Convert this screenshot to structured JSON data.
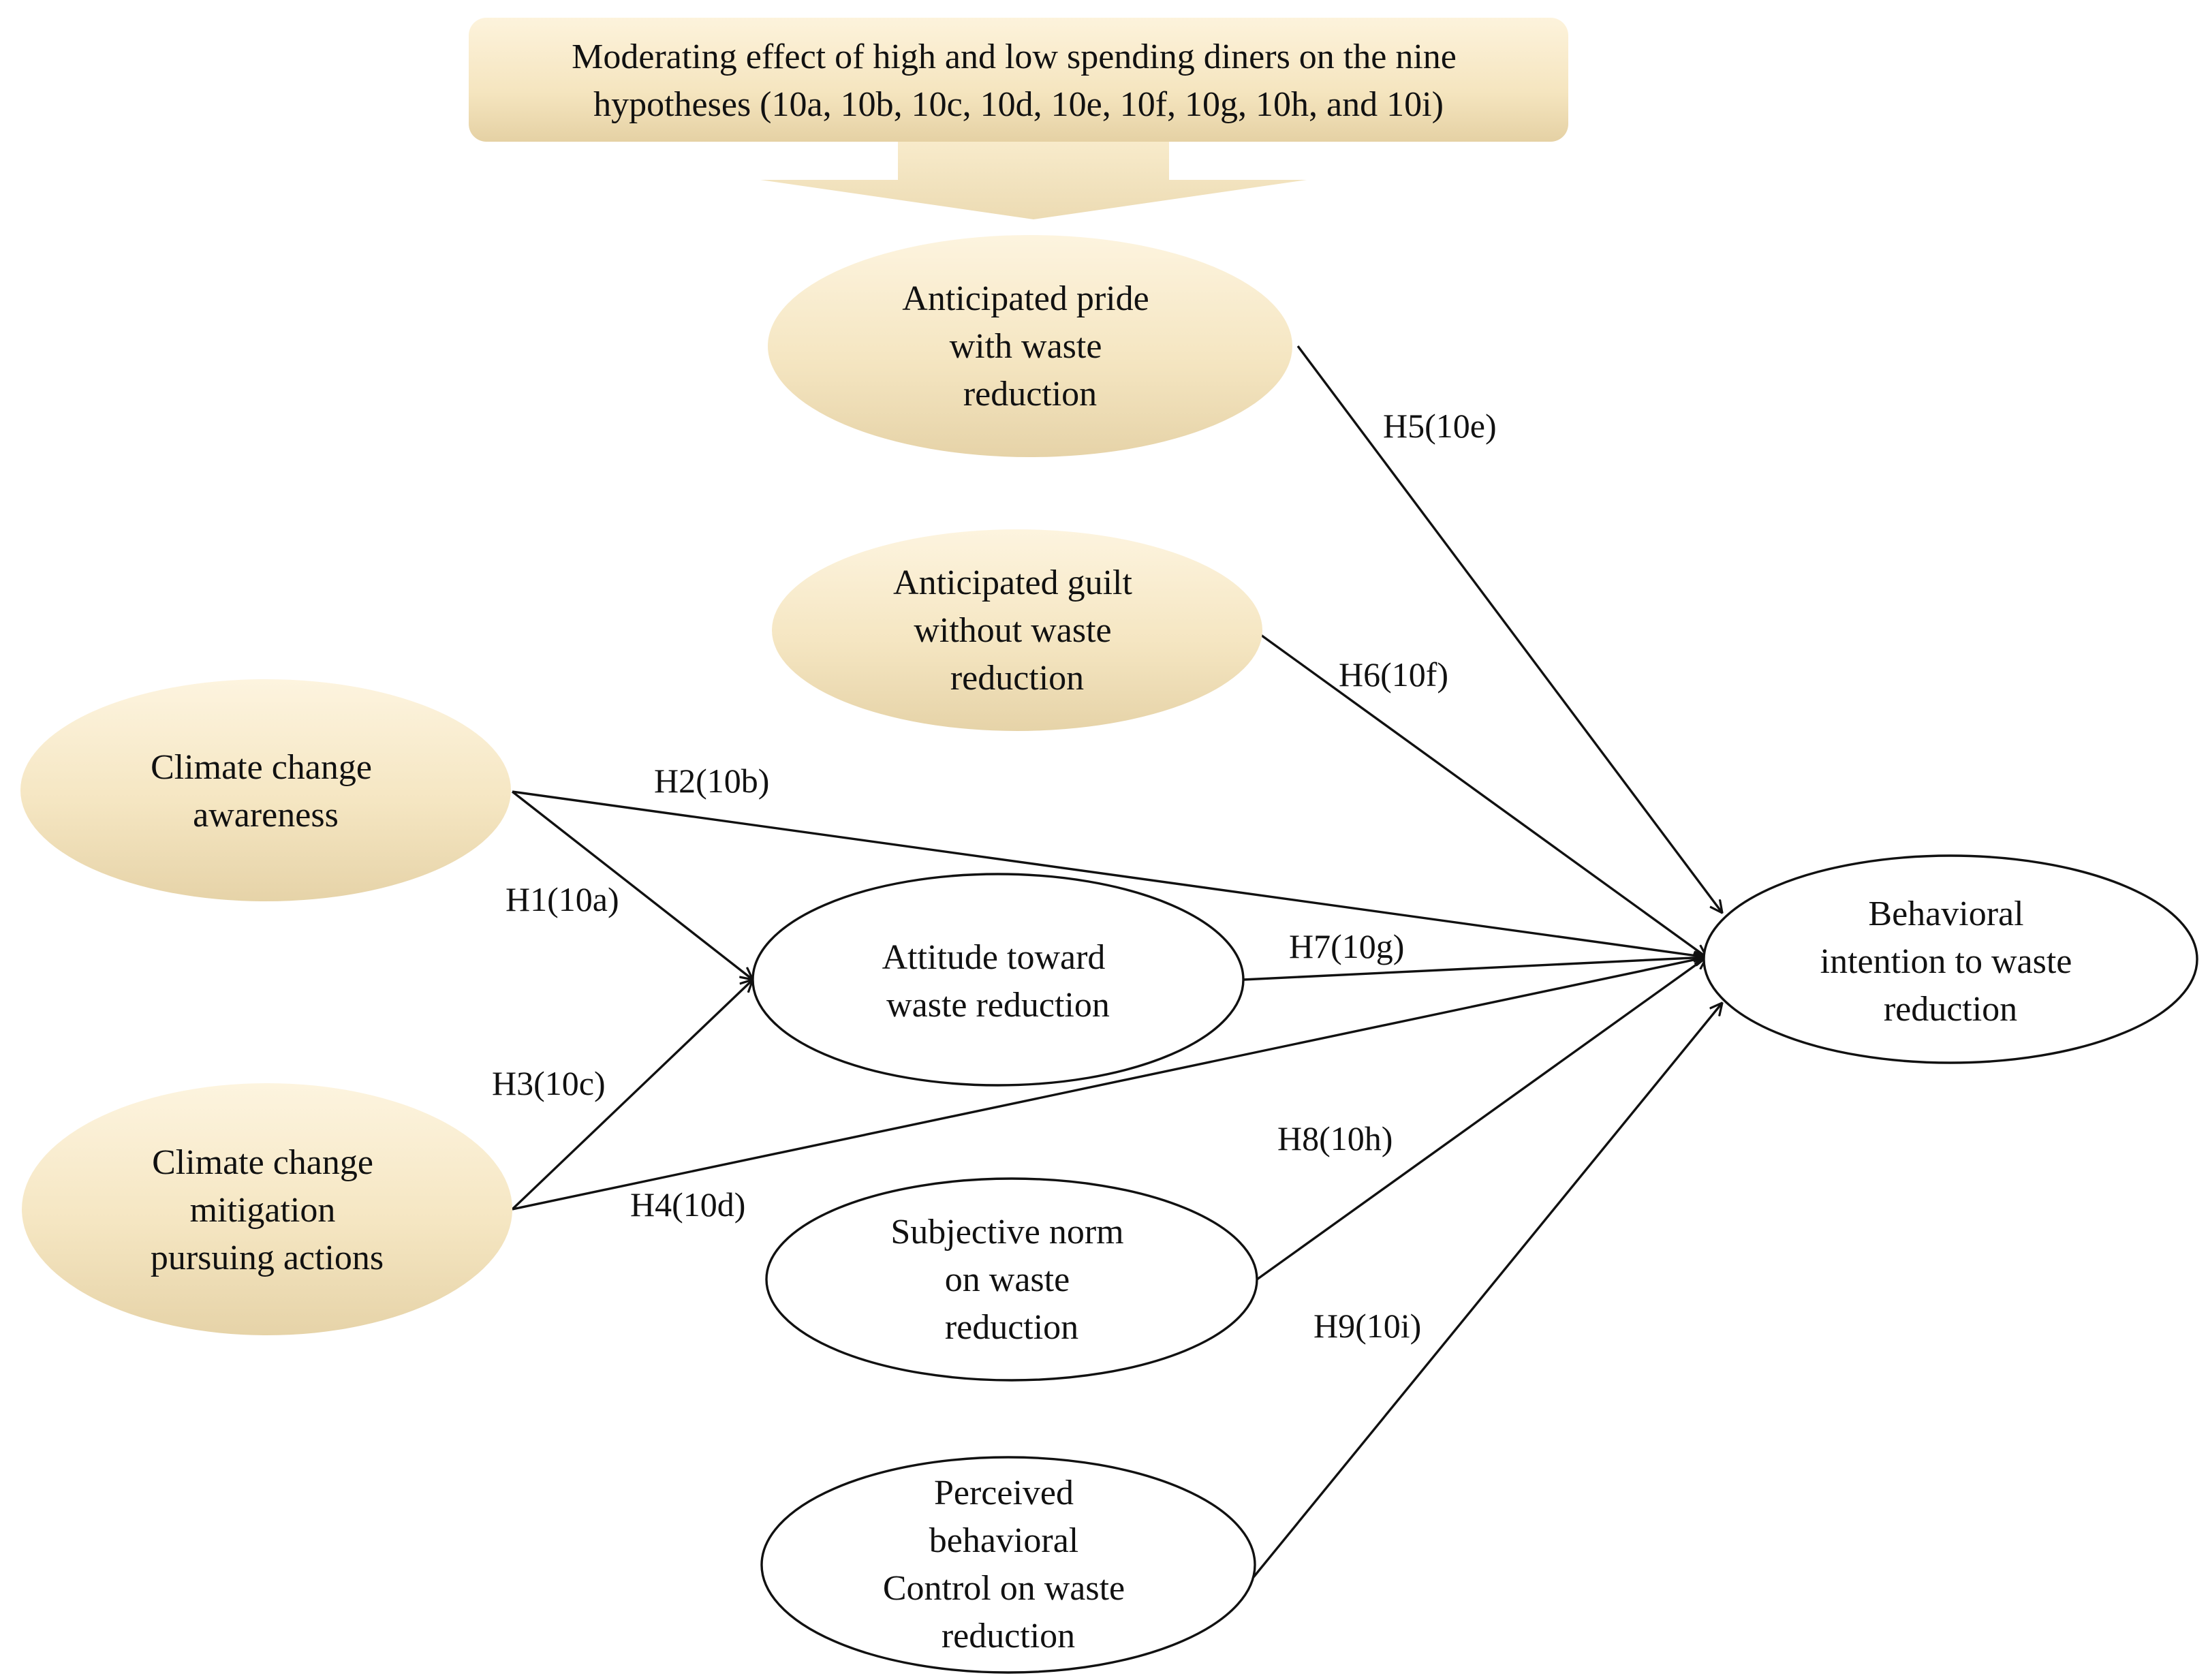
{
  "banner": {
    "lines": [
      "Moderating effect of high and low spending diners on the nine",
      "hypotheses (10a, 10b, 10c, 10d, 10e, 10f, 10g, 10h, and 10i)"
    ]
  },
  "nodes": {
    "pride": {
      "lines": [
        "Anticipated pride",
        "with waste",
        "reduction"
      ]
    },
    "guilt": {
      "lines": [
        "Anticipated guilt",
        "without waste",
        "reduction"
      ]
    },
    "awareness": {
      "lines": [
        "Climate change",
        "awareness"
      ]
    },
    "mitigation": {
      "lines": [
        "Climate change",
        "mitigation",
        "pursuing actions"
      ]
    },
    "attitude": {
      "lines": [
        "Attitude toward",
        "waste reduction"
      ]
    },
    "norm": {
      "lines": [
        "Subjective norm",
        "on waste",
        "reduction"
      ]
    },
    "control": {
      "lines": [
        "Perceived",
        "behavioral",
        "Control on waste",
        "reduction"
      ]
    },
    "intention": {
      "lines": [
        "Behavioral",
        "intention to waste",
        "reduction"
      ]
    }
  },
  "edges": {
    "h1": "H1(10a)",
    "h2": "H2(10b)",
    "h3": "H3(10c)",
    "h4": "H4(10d)",
    "h5": "H5(10e)",
    "h6": "H6(10f)",
    "h7": "H7(10g)",
    "h8": "H8(10h)",
    "h9": "H9(10i)"
  },
  "colors": {
    "shaded_fill_top": "#fdf3dc",
    "shaded_fill_bottom": "#ead9b2",
    "stroke": "#111111"
  }
}
